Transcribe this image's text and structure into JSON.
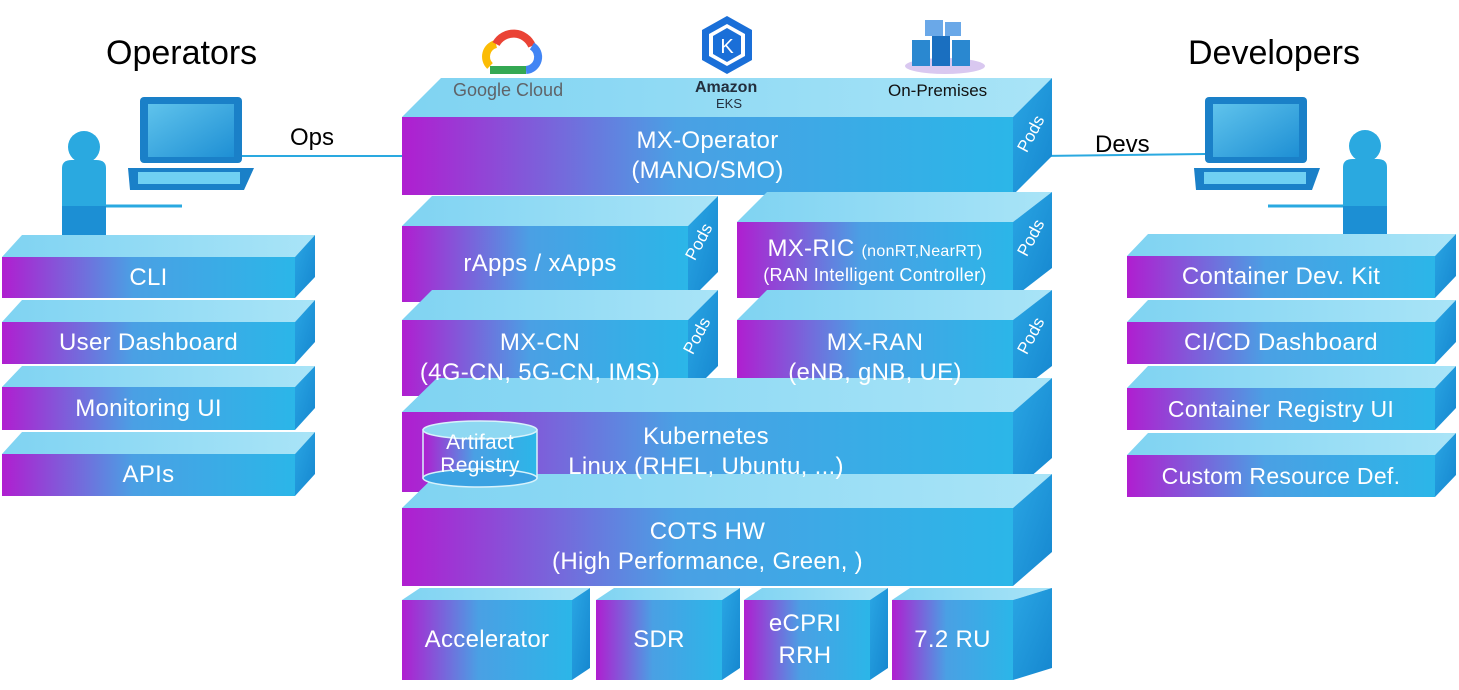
{
  "colors": {
    "purple": "#b01ed0",
    "blue": "#37aee0",
    "side": "#1a93d8",
    "top": "#8ed8f2",
    "cyan": "#27b3e6"
  },
  "operators": {
    "title": "Operators",
    "link": "Ops",
    "items": [
      "CLI",
      "User Dashboard",
      "Monitoring UI",
      "APIs"
    ]
  },
  "developers": {
    "title": "Developers",
    "link": "Devs",
    "items": [
      "Container Dev. Kit",
      "CI/CD Dashboard",
      "Container Registry UI",
      "Custom Resource Def."
    ]
  },
  "clouds": {
    "google": "Google Cloud",
    "amazon": "Amazon",
    "eks": "EKS",
    "onprem": "On-Premises"
  },
  "stack": {
    "operator": {
      "line1": "MX-Operator",
      "line2": "(MANO/SMO)",
      "pods": "Pods"
    },
    "rapps": {
      "line1": "rApps / xApps",
      "pods": "Pods"
    },
    "ric": {
      "line1": "MX-RIC",
      "line1_small": "(nonRT,NearRT)",
      "line2": "(RAN Intelligent Controller)",
      "pods": "Pods"
    },
    "cn": {
      "line1": "MX-CN",
      "line2": "(4G-CN, 5G-CN, IMS)",
      "pods": "Pods"
    },
    "ran": {
      "line1": "MX-RAN",
      "line2": "(eNB, gNB, UE)",
      "pods": "Pods"
    },
    "k8s": {
      "line1": "Kubernetes",
      "line2": "Linux (RHEL, Ubuntu, ...)",
      "artifact1": "Artifact",
      "artifact2": "Registry"
    },
    "cots": {
      "line1": "COTS HW",
      "line2": "(High Performance, Green, )"
    },
    "hw": [
      "Accelerator",
      "SDR",
      "eCPRI RRH",
      "7.2 RU"
    ]
  }
}
